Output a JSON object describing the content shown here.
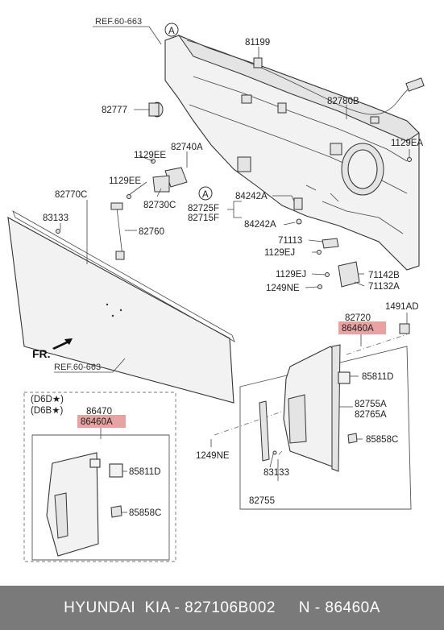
{
  "labels": {
    "ref_top": "REF.60-663",
    "ref_bottom": "REF.60-663",
    "marker_a": "A",
    "fr": "FR.",
    "p81199": "81199",
    "p82780B": "82780B",
    "p82777": "82777",
    "p82740A": "82740A",
    "p1129EE_a": "1129EE",
    "p1129EA": "1129EA",
    "p1129EE_b": "1129EE",
    "p82730C": "82730C",
    "p84242A_a": "84242A",
    "p82725F": "82725F",
    "p82715F": "82715F",
    "p84242A_b": "84242A",
    "p82770C": "82770C",
    "p83133_a": "83133",
    "p82760": "82760",
    "p71113": "71113",
    "p1129EJ_a": "1129EJ",
    "p1129EJ_b": "1129EJ",
    "p1249NE_a": "1249NE",
    "p71142B": "71142B",
    "p71132A": "71132A",
    "p82720": "82720",
    "p86460A_a": "86460A",
    "p1491AD": "1491AD",
    "p85811D_a": "85811D",
    "p82755A": "82755A",
    "p82765A": "82765A",
    "p85858C_a": "85858C",
    "p1249NE_b": "1249NE",
    "p83133_b": "83133",
    "p82755": "82755",
    "d6d": "(D6D★)",
    "d6b": "(D6B★)",
    "p86470": "86470",
    "p86460A_b": "86460A",
    "p85811D_b": "85811D",
    "p85858C_b": "85858C"
  },
  "footer": {
    "text": "HYUNDAI  KIA - 827106B002     N - 86460A"
  },
  "colors": {
    "highlight": "#e8a2a2",
    "footer_bg": "#7a7a7a",
    "footer_text": "#ffffff"
  }
}
